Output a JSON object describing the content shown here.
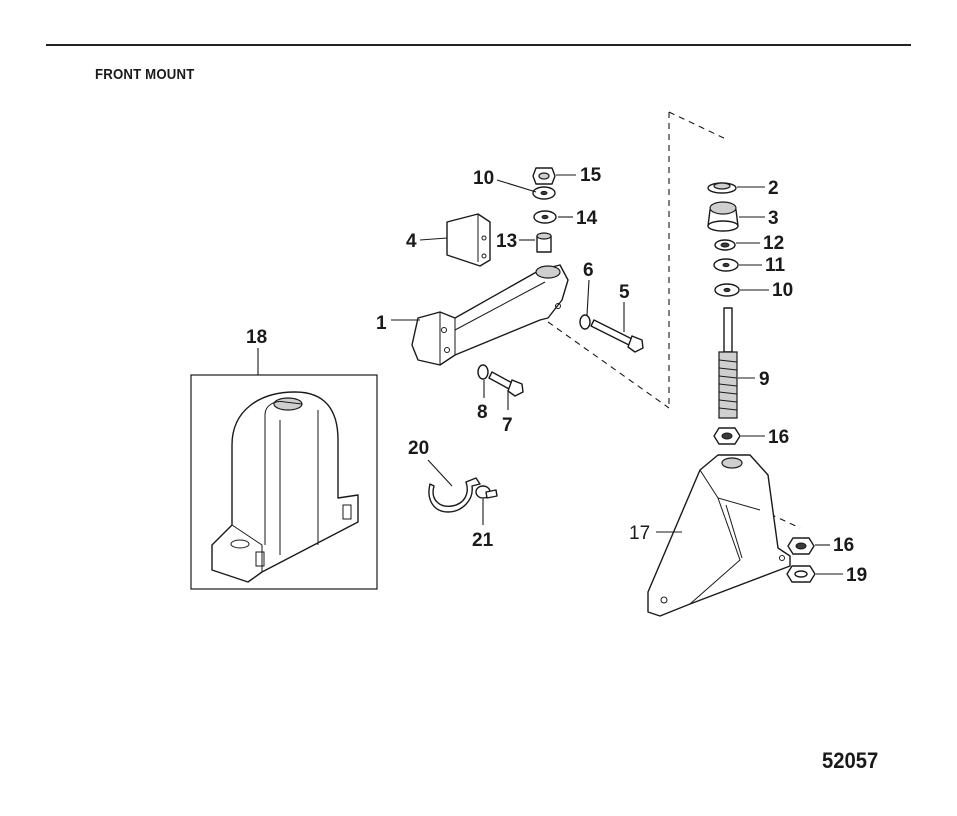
{
  "header": {
    "section_title": "FRONT MOUNT"
  },
  "callouts": {
    "c1": "1",
    "c2": "2",
    "c3": "3",
    "c4": "4",
    "c5": "5",
    "c6": "6",
    "c7": "7",
    "c8": "8",
    "c9": "9",
    "c10a": "10",
    "c10b": "10",
    "c11": "11",
    "c12": "12",
    "c13": "13",
    "c14": "14",
    "c15": "15",
    "c16a": "16",
    "c16b": "16",
    "c17": "17",
    "c18": "18",
    "c19": "19",
    "c20": "20",
    "c21": "21"
  },
  "footer": {
    "figure_number": "52057"
  }
}
